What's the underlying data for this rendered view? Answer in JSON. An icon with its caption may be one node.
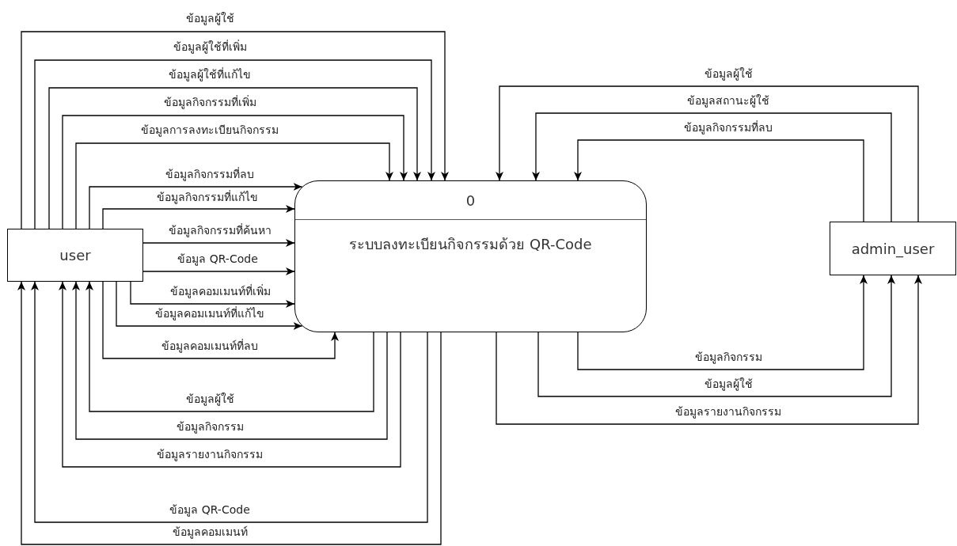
{
  "diagram": {
    "nodes": [
      {
        "text": [
          "user"
        ]
      },
      {
        "text": [
          "0",
          "ระบบลงทะเบียนกิจกรรมด้วย QR-Code"
        ]
      },
      {
        "text": [
          "admin_user"
        ]
      }
    ],
    "edges": [
      {
        "from": 0,
        "to": 1,
        "arrow": "to",
        "label": "ข้อมูลผู้ใช้"
      },
      {
        "from": 0,
        "to": 1,
        "arrow": "to",
        "label": "ข้อมูลผู้ใช้ที่เพิ่ม"
      },
      {
        "from": 0,
        "to": 1,
        "arrow": "to",
        "label": "ข้อมูลผู้ใช้ที่แก้ไข"
      },
      {
        "from": 0,
        "to": 1,
        "arrow": "to",
        "label": "ข้อมูลกิจกรรมที่เพิ่ม"
      },
      {
        "from": 0,
        "to": 1,
        "arrow": "to",
        "label": "ข้อมูลการลงทะเบียนกิจกรรม"
      },
      {
        "from": 0,
        "to": 1,
        "arrow": "to",
        "label": "ข้อมูลกิจกรรมที่ลบ"
      },
      {
        "from": 0,
        "to": 1,
        "arrow": "to",
        "label": "ข้อมูลกิจกรรมที่แก้ไข"
      },
      {
        "from": 0,
        "to": 1,
        "arrow": "to",
        "label": "ข้อมูลกิจกรรมที่ค้นหา"
      },
      {
        "from": 0,
        "to": 1,
        "arrow": "to",
        "label": "ข้อมูล QR-Code"
      },
      {
        "from": 0,
        "to": 1,
        "arrow": "to",
        "label": "ข้อมูลคอมเมนท์ที่เพิ่ม"
      },
      {
        "from": 0,
        "to": 1,
        "arrow": "to",
        "label": "ข้อมูลคอมเมนท์ที่แก้ไข"
      },
      {
        "from": 0,
        "to": 1,
        "arrow": "to",
        "label": "ข้อมูลคอมเมนท์ที่ลบ"
      },
      {
        "from": 1,
        "to": 0,
        "arrow": "to",
        "label": "ข้อมูลผู้ใช้"
      },
      {
        "from": 1,
        "to": 0,
        "arrow": "to",
        "label": "ข้อมูลกิจกรรม"
      },
      {
        "from": 1,
        "to": 0,
        "arrow": "to",
        "label": "ข้อมูลรายงานกิจกรรม"
      },
      {
        "from": 1,
        "to": 0,
        "arrow": "to",
        "label": "ข้อมูล QR-Code"
      },
      {
        "from": 1,
        "to": 0,
        "arrow": "to",
        "label": "ข้อมูลคอมเมนท์"
      },
      {
        "from": 2,
        "to": 1,
        "arrow": "to",
        "label": "ข้อมูลผู้ใช้"
      },
      {
        "from": 2,
        "to": 1,
        "arrow": "to",
        "label": "ข้อมูลสถานะผู้ใช้"
      },
      {
        "from": 2,
        "to": 1,
        "arrow": "to",
        "label": "ข้อมูลกิจกรรมที่ลบ"
      },
      {
        "from": 1,
        "to": 2,
        "arrow": "to",
        "label": "ข้อมูลกิจกรรม"
      },
      {
        "from": 1,
        "to": 2,
        "arrow": "to",
        "label": "ข้อมูลผู้ใช้"
      },
      {
        "from": 1,
        "to": 2,
        "arrow": "to",
        "label": "ข้อมูลรายงานกิจกรรม"
      }
    ]
  }
}
